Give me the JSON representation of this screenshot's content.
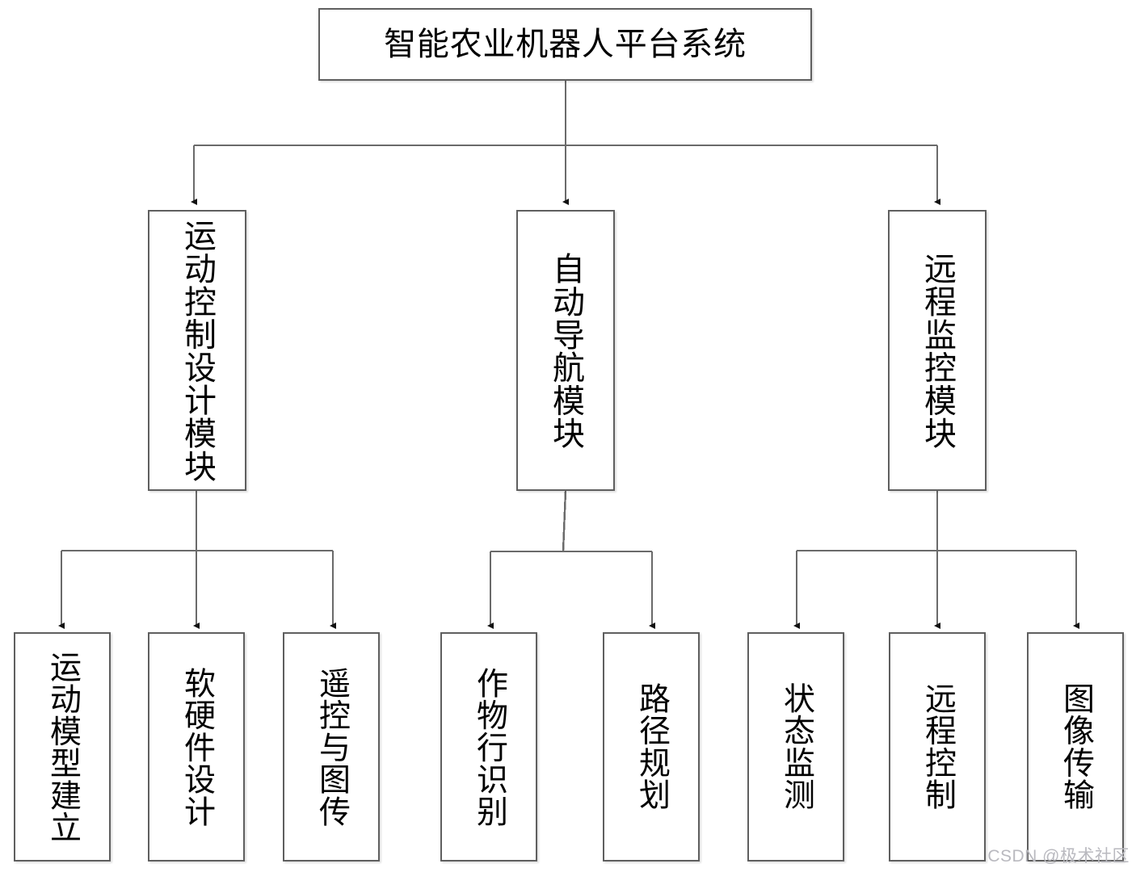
{
  "diagram": {
    "type": "hierarchy-tree",
    "title": "智能农业机器人平台系统",
    "orientation": "top-down",
    "line_color": "#5f5f5f",
    "box_border_color": "#5f5f5f",
    "box_fill_color": "#ffffff",
    "text_color": "#000000",
    "root": {
      "label": "智能农业机器人平台系统"
    },
    "level2": [
      {
        "label": "运动控制设计模块"
      },
      {
        "label": "自动导航模块"
      },
      {
        "label": "远程监控模块"
      }
    ],
    "level3": [
      {
        "label": "运动模型建立",
        "parent": "运动控制设计模块"
      },
      {
        "label": "软硬件设计",
        "parent": "运动控制设计模块"
      },
      {
        "label": "遥控与图传",
        "parent": "运动控制设计模块"
      },
      {
        "label": "作物行识别",
        "parent": "自动导航模块"
      },
      {
        "label": "路径规划",
        "parent": "自动导航模块"
      },
      {
        "label": "状态监测",
        "parent": "远程监控模块"
      },
      {
        "label": "远程控制",
        "parent": "远程监控模块"
      },
      {
        "label": "图像传输",
        "parent": "远程监控模块"
      }
    ]
  },
  "watermark": {
    "text": "CSDN @极术社区"
  }
}
